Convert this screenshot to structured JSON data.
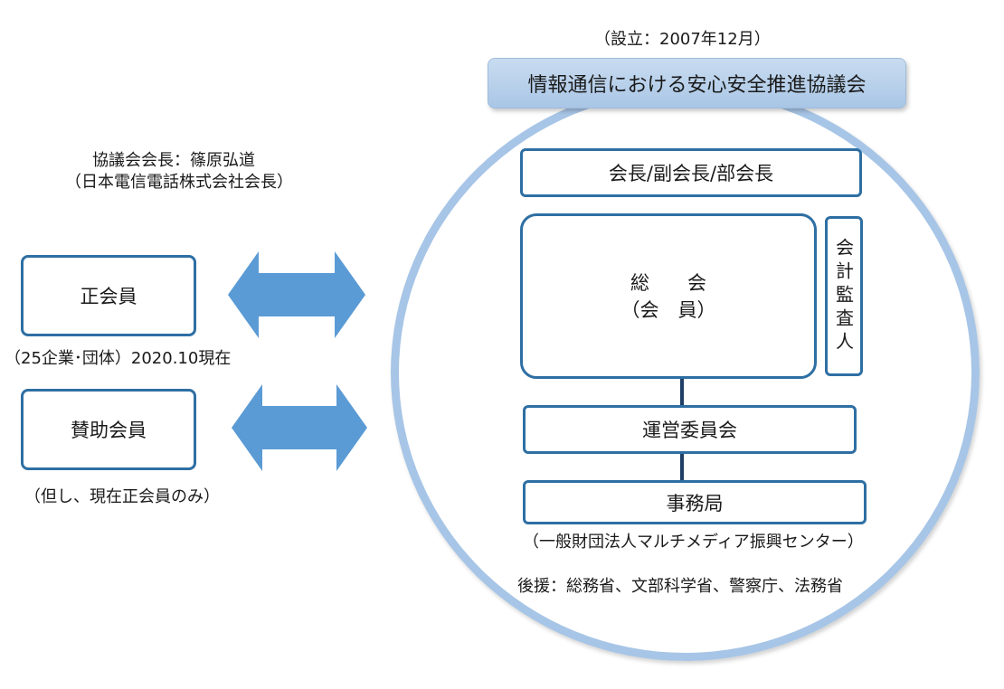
{
  "founded": "（設立：2007年12月）",
  "council_name": "情報通信における安心安全推進協議会",
  "chair": {
    "line1": "協議会会長：篠原弘道",
    "line2": "（日本電信電話株式会社会長）"
  },
  "members": {
    "regular": {
      "label": "正会員",
      "note": "（25企業･団体）2020.10現在"
    },
    "supporting": {
      "label": "賛助会員",
      "note": "（但し、現在正会員のみ）"
    }
  },
  "org": {
    "leaders": "会長/副会長/部会長",
    "general_assembly_line1": "総　　会",
    "general_assembly_line2": "（会　員）",
    "auditor": "会計監査人",
    "steering_committee": "運営委員会",
    "secretariat": "事務局",
    "secretariat_org": "（一般財団法人マルチメディア振興センター）"
  },
  "support": "後援：総務省、文部科学省、警察庁、法務省",
  "colors": {
    "box_border": "#2e6fa3",
    "arrow": "#5b9bd5",
    "circle": "#a7c5e6",
    "banner": "#a9c6e6",
    "connector": "#1f3f66"
  }
}
